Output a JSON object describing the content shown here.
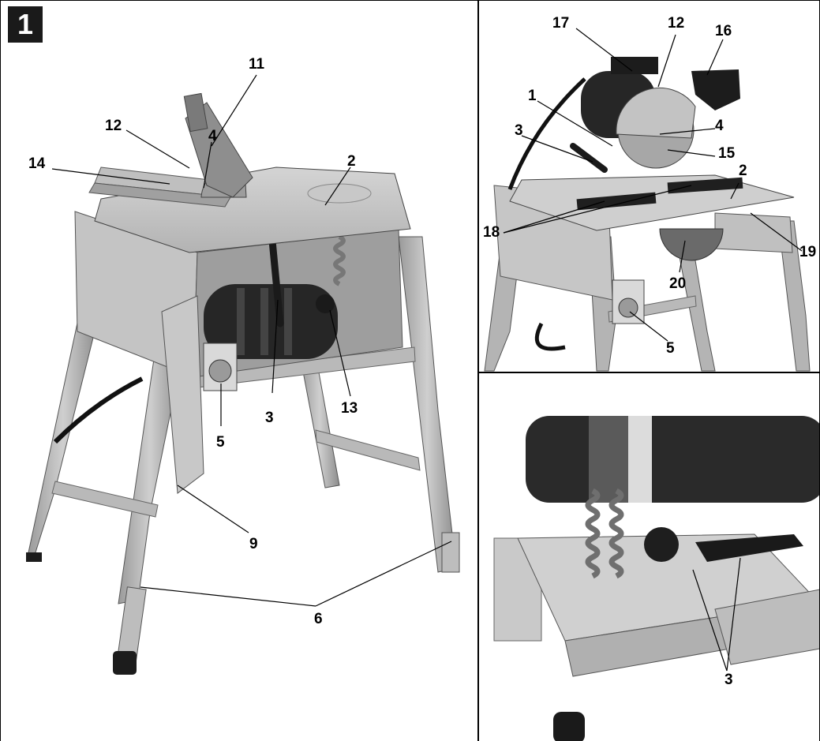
{
  "figure": {
    "number": "1"
  },
  "main_view": {
    "callouts": [
      "11",
      "12",
      "4",
      "14",
      "2",
      "3",
      "13",
      "5",
      "9",
      "6"
    ]
  },
  "top_right_view": {
    "callouts": [
      "17",
      "12",
      "16",
      "1",
      "4",
      "3",
      "15",
      "2",
      "18",
      "19",
      "20",
      "5"
    ]
  },
  "bottom_right_view": {
    "callouts": [
      "3"
    ]
  },
  "colors": {
    "frame": "#000000",
    "metal_light": "#c9c9c9",
    "metal_mid": "#a8a8a8",
    "motor_dark": "#262626"
  }
}
